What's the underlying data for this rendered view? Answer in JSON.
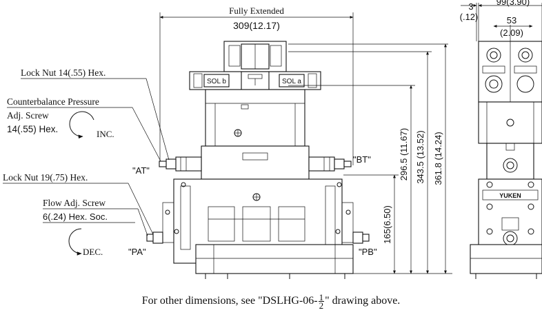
{
  "front_view": {
    "fully_extended_label": "Fully Extended",
    "overall_width": "309(12.17)",
    "lock_nut_top": "Lock Nut 14(.55) Hex.",
    "counterbalance_line1": "Counterbalance Pressure",
    "counterbalance_line2": "Adj. Screw",
    "counterbalance_line3": "14(.55) Hex.",
    "inc_label": "INC.",
    "lock_nut_bottom": "Lock Nut 19(.75) Hex.",
    "flow_adj_line1": "Flow Adj. Screw",
    "flow_adj_line2": "6(.24) Hex. Soc.",
    "dec_label": "DEC.",
    "port_at": "\"AT\"",
    "port_bt": "\"BT\"",
    "port_pa": "\"PA\"",
    "port_pb": "\"PB\"",
    "sol_b": "SOL b",
    "sol_a": "SOL a",
    "dim_165": "165(6.50)",
    "dim_296": "296.5 (11.67)",
    "dim_343": "343.5 (13.52)",
    "dim_361": "361.8 (14.24)"
  },
  "side_view": {
    "dim_3": "3",
    "dim_3_in": "(.12)",
    "dim_99": "99(3.90)",
    "dim_53": "53",
    "dim_53_in": "(2.09)",
    "brand": "YUKEN"
  },
  "caption": {
    "before": "For other dimensions, see \"DSLHG-06-",
    "frac_num": "1",
    "frac_den": "2",
    "after": "\" drawing above."
  }
}
